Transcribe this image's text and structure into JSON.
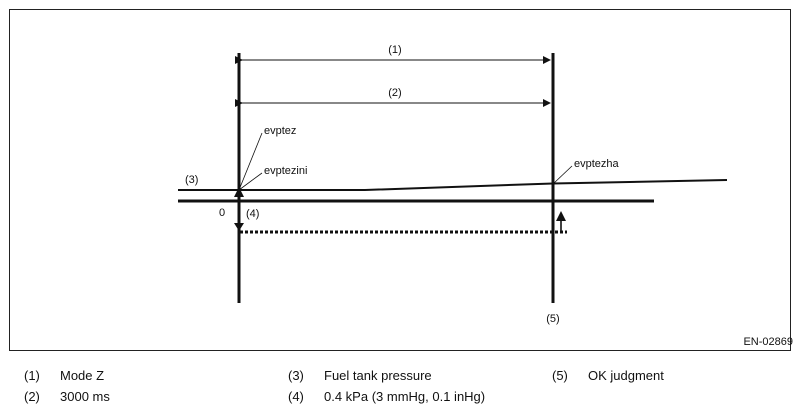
{
  "diagram": {
    "code": "EN-02869",
    "labels": {
      "mode_z_marker": "(1)",
      "time_marker": "(2)",
      "pressure_marker": "(3)",
      "kpa_marker": "(4)",
      "ok_marker": "(5)",
      "zero": "0",
      "evptez": "evptez",
      "evptezini": "evptezini",
      "evptezha": "evptezha"
    }
  },
  "legend": [
    {
      "num": "(1)",
      "text": "Mode Z"
    },
    {
      "num": "(2)",
      "text": "3000 ms"
    },
    {
      "num": "(3)",
      "text": "Fuel tank pressure"
    },
    {
      "num": "(4)",
      "text": "0.4 kPa (3 mmHg, 0.1 inHg)"
    },
    {
      "num": "(5)",
      "text": "OK judgment"
    }
  ]
}
